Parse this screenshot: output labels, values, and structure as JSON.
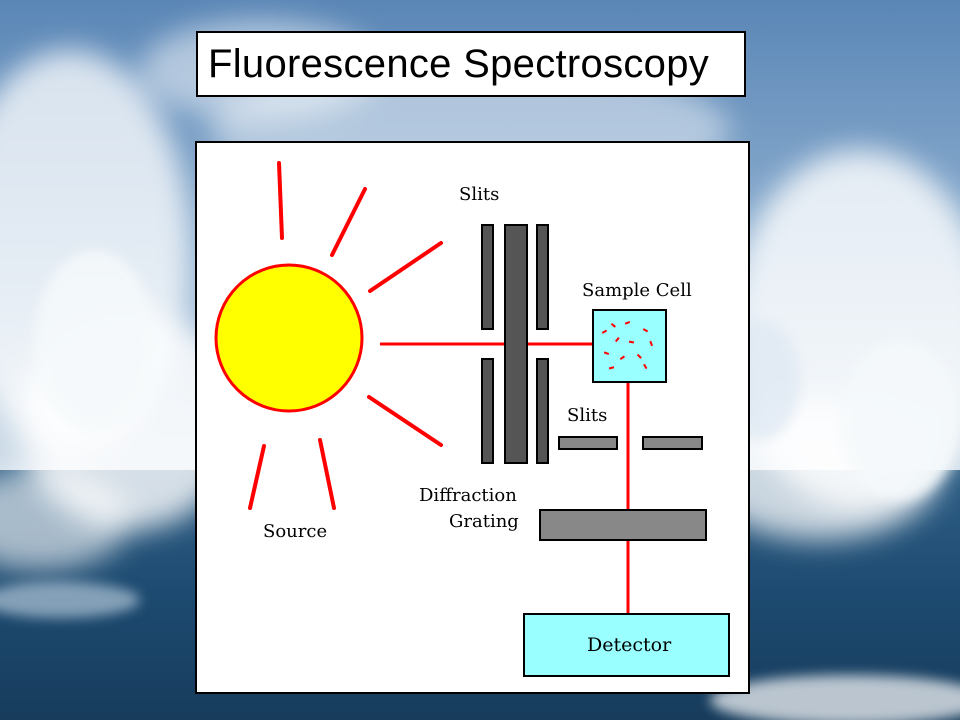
{
  "slide": {
    "title": "Fluorescence Spectroscopy",
    "background_scene": "ocean-wave-photo"
  },
  "diagram": {
    "labels": {
      "slits_top": "Slits",
      "sample_cell": "Sample Cell",
      "slits_bottom": "Slits",
      "diffraction": "Diffraction",
      "grating": "Grating",
      "source": "Source",
      "detector": "Detector"
    },
    "colors": {
      "source_fill": "#ffff00",
      "ray": "#ff0000",
      "slit": "#555555",
      "cell_fill": "#99ffff",
      "detector_fill": "#99ffff"
    }
  }
}
